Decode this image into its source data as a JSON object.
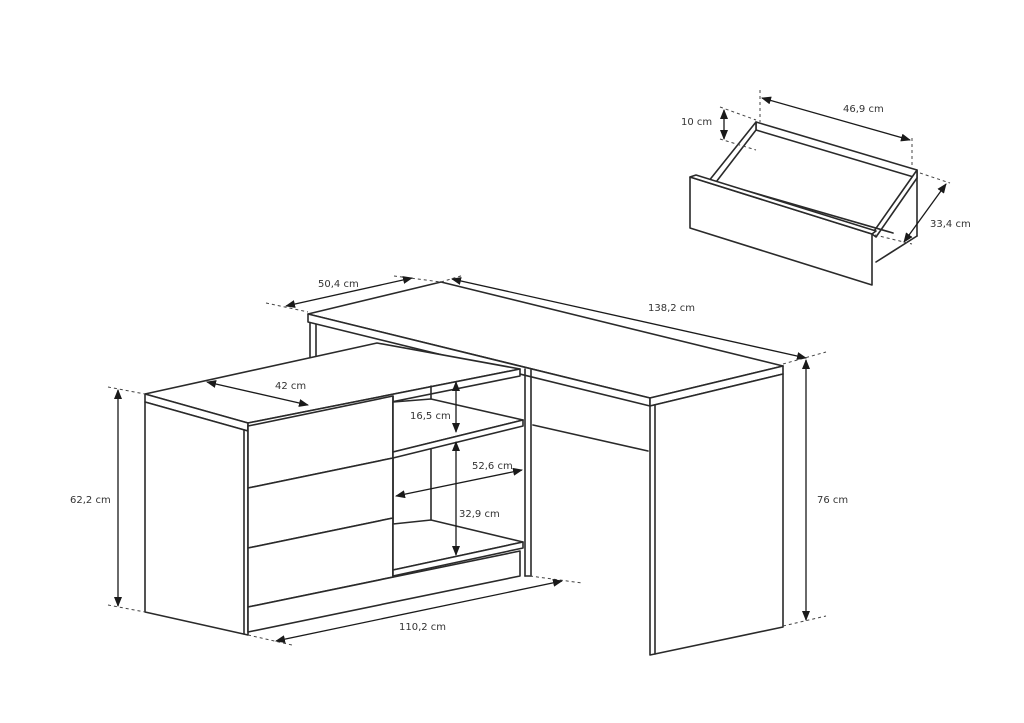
{
  "diagram": {
    "subject": "L-shaped corner desk with drawer cabinet and open shelves",
    "units": "cm",
    "dimensions": {
      "drawer_width": "46,9 cm",
      "drawer_height": "10 cm",
      "drawer_depth": "33,4 cm",
      "desk_depth": "50,4 cm",
      "desk_length": "138,2 cm",
      "cabinet_depth": "42 cm",
      "shelf_top_height": "16,5 cm",
      "shelf_width": "52,6 cm",
      "shelf_bottom_height": "32,9 cm",
      "cabinet_height": "62,2 cm",
      "cabinet_length": "110,2 cm",
      "desk_height": "76 cm"
    },
    "colors": {
      "line": "#2a2a2a",
      "text": "#333333",
      "background": "#ffffff"
    }
  }
}
